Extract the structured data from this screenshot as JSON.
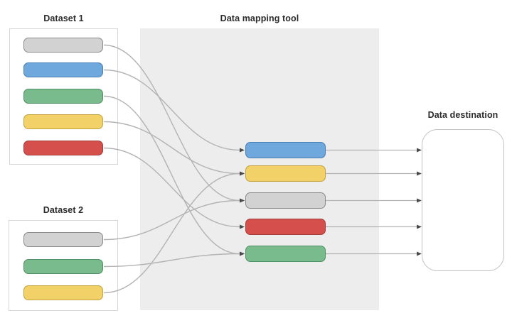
{
  "titles": {
    "dataset1": "Dataset 1",
    "dataset2": "Dataset 2",
    "mapper": "Data mapping tool",
    "destination": "Data destination"
  },
  "colors": {
    "gray": {
      "fill": "#d2d2d2",
      "border": "#8a8a8a"
    },
    "blue": {
      "fill": "#6fa8dc",
      "border": "#4a7fb5"
    },
    "green": {
      "fill": "#79bb8c",
      "border": "#4f9166"
    },
    "yellow": {
      "fill": "#f2d169",
      "border": "#c3a23f"
    },
    "red": {
      "fill": "#d5504c",
      "border": "#a33b38"
    }
  },
  "dataset1_fields": [
    "gray",
    "blue",
    "green",
    "yellow",
    "red"
  ],
  "dataset2_fields": [
    "gray",
    "green",
    "yellow"
  ],
  "mapper_fields": [
    "blue",
    "yellow",
    "gray",
    "red",
    "green"
  ],
  "mappings": [
    {
      "from": "d1-gray",
      "to": "map-gray"
    },
    {
      "from": "d1-blue",
      "to": "map-blue"
    },
    {
      "from": "d1-green",
      "to": "map-green"
    },
    {
      "from": "d1-yellow",
      "to": "map-yellow"
    },
    {
      "from": "d1-red",
      "to": "map-red"
    },
    {
      "from": "d2-gray",
      "to": "map-gray"
    },
    {
      "from": "d2-green",
      "to": "map-green"
    },
    {
      "from": "d2-yellow",
      "to": "map-yellow"
    }
  ],
  "destination_links": [
    "map-blue",
    "map-yellow",
    "map-gray",
    "map-red",
    "map-green"
  ],
  "line_color": "#b3b3b3",
  "arrow_color": "#4a4a4a"
}
